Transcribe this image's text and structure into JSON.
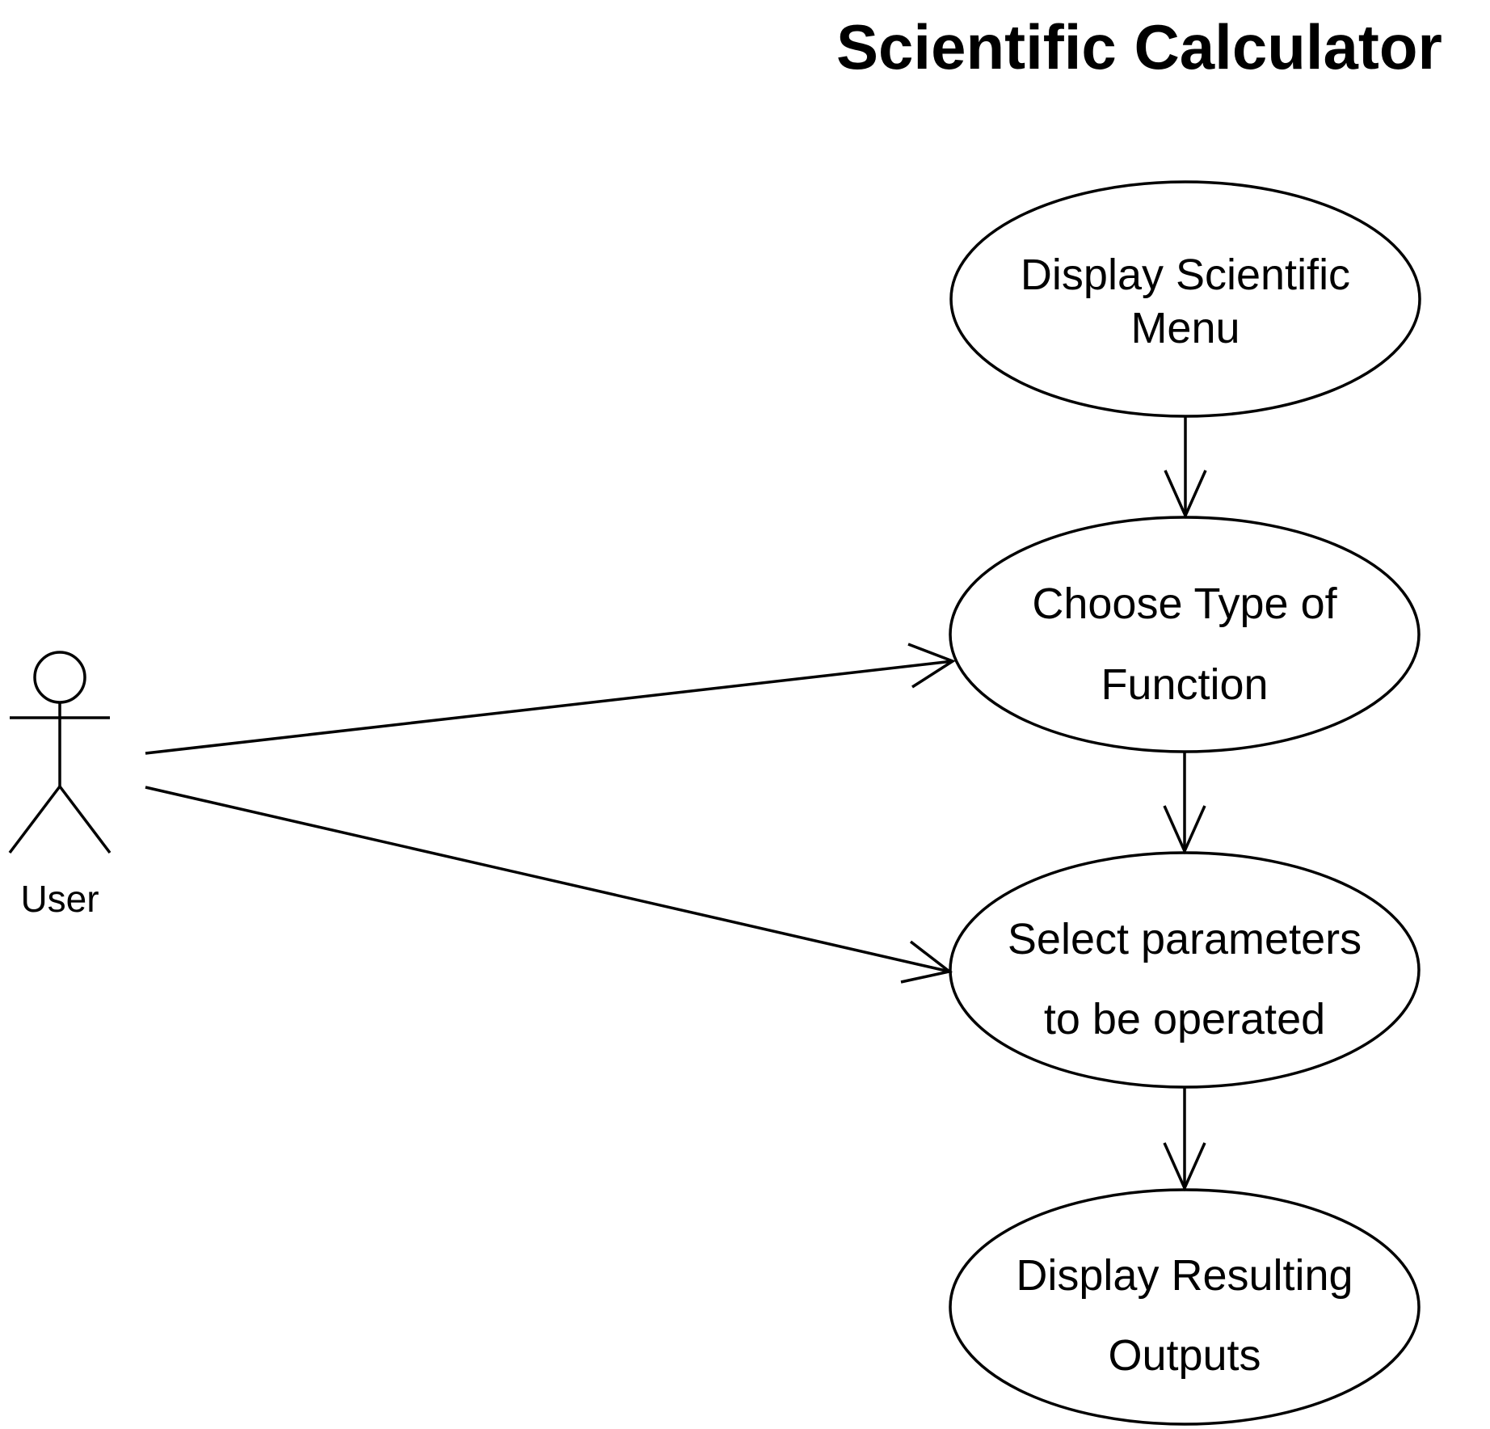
{
  "diagram": {
    "title": "Scientific Calculator",
    "actor": {
      "label": "User"
    },
    "use_cases": [
      {
        "id": "display-menu",
        "lines": [
          "Display Scientific",
          "Menu"
        ]
      },
      {
        "id": "choose-function",
        "lines": [
          "Choose Type of",
          "Function"
        ]
      },
      {
        "id": "select-parameters",
        "lines": [
          "Select parameters",
          "to be operated"
        ]
      },
      {
        "id": "display-outputs",
        "lines": [
          "Display Resulting",
          "Outputs"
        ]
      }
    ],
    "relationships": [
      {
        "from": "display-menu",
        "to": "choose-function",
        "type": "arrow"
      },
      {
        "from": "choose-function",
        "to": "select-parameters",
        "type": "arrow"
      },
      {
        "from": "select-parameters",
        "to": "display-outputs",
        "type": "arrow"
      },
      {
        "from": "User",
        "to": "choose-function",
        "type": "association-arrow"
      },
      {
        "from": "User",
        "to": "select-parameters",
        "type": "association-arrow"
      }
    ],
    "colors": {
      "stroke": "#000000",
      "background": "#ffffff"
    }
  }
}
